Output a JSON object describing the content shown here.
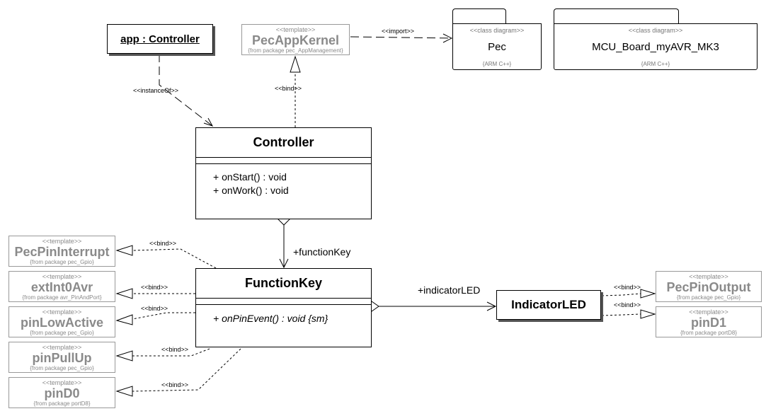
{
  "object_instance": {
    "label": "app : Controller"
  },
  "pec_app_kernel": {
    "stereotype": "<<template>>",
    "name": "PecAppKernel",
    "from": "{from package pec_AppManagement}"
  },
  "packages": [
    {
      "stereotype": "<<class diagram>>",
      "name": "Pec",
      "language": "{ARM C++}"
    },
    {
      "stereotype": "<<class diagram>>",
      "name": "MCU_Board_myAVR_MK3",
      "language": "{ARM C++}"
    }
  ],
  "controller": {
    "name": "Controller",
    "operations": [
      "+ onStart() : void",
      "+ onWork() : void"
    ]
  },
  "function_key": {
    "name": "FunctionKey",
    "operations": [
      "+ onPinEvent() : void {sm}"
    ]
  },
  "indicator_led": {
    "name": "IndicatorLED"
  },
  "left_templates": [
    {
      "stereotype": "<<template>>",
      "name": "PecPinInterrupt",
      "from": "{from package pec_Gpio}"
    },
    {
      "stereotype": "<<template>>",
      "name": "extInt0Avr",
      "from": "{from package avr_PinAndPort}"
    },
    {
      "stereotype": "<<template>>",
      "name": "pinLowActive",
      "from": "{from package pec_Gpio}"
    },
    {
      "stereotype": "<<template>>",
      "name": "pinPullUp",
      "from": "{from package pec_Gpio}"
    },
    {
      "stereotype": "<<template>>",
      "name": "pinD0",
      "from": "{from package portD8}"
    }
  ],
  "right_templates": [
    {
      "stereotype": "<<template>>",
      "name": "PecPinOutput",
      "from": "{from package pec_Gpio}"
    },
    {
      "stereotype": "<<template>>",
      "name": "pinD1",
      "from": "{from package portD8}"
    }
  ],
  "labels": {
    "import": "<<import>>",
    "instance_of": "<<instanceOf>>",
    "bind": "<<bind>>",
    "function_key_role": "+functionKey",
    "indicator_led_role": "+indicatorLED"
  }
}
